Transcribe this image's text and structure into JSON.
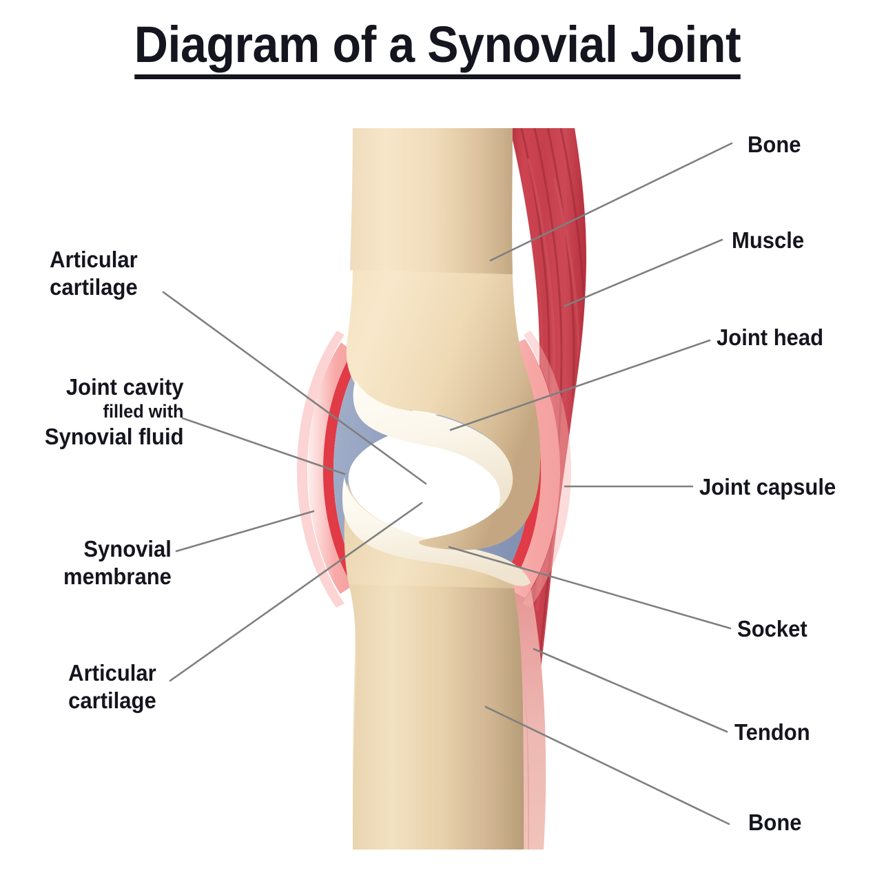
{
  "title": "Diagram of a Synovial Joint",
  "diagram": {
    "type": "anatomical-cross-section",
    "subject": "synovial joint",
    "palette": {
      "bone_light": "#f6e3c2",
      "bone_mid": "#e8cda4",
      "bone_dark": "#c7ab86",
      "cartilage": "#fbf7ef",
      "synovial_fluid": "#93a1bf",
      "synovial_membrane": "#e03b46",
      "joint_capsule": "#f7a9a9",
      "muscle": "#c8404e",
      "muscle_dark": "#a82f3d",
      "tendon": "#eeb4af",
      "leader_line": "#7f7f7f",
      "text": "#15151f",
      "background": "#ffffff"
    },
    "structures": [
      "bone (upper shaft)",
      "joint head",
      "articular cartilage (upper)",
      "joint cavity filled with synovial fluid",
      "articular cartilage (lower)",
      "socket",
      "synovial membrane",
      "joint capsule",
      "muscle",
      "tendon",
      "bone (lower shaft)"
    ]
  },
  "labels_left": [
    {
      "id": "articular-cartilage-upper",
      "lines": [
        "Articular",
        "cartilage"
      ],
      "emphasis": [
        "normal",
        "normal"
      ]
    },
    {
      "id": "joint-cavity",
      "lines": [
        "Joint cavity",
        "filled with",
        "Synovial fluid"
      ],
      "emphasis": [
        "normal",
        "small",
        "normal"
      ]
    },
    {
      "id": "synovial-membrane",
      "lines": [
        "Synovial",
        "membrane"
      ],
      "emphasis": [
        "normal",
        "normal"
      ]
    },
    {
      "id": "articular-cartilage-lower",
      "lines": [
        "Articular",
        "cartilage"
      ],
      "emphasis": [
        "normal",
        "normal"
      ]
    }
  ],
  "labels_right": [
    {
      "id": "bone-upper",
      "lines": [
        "Bone"
      ]
    },
    {
      "id": "muscle",
      "lines": [
        "Muscle"
      ]
    },
    {
      "id": "joint-head",
      "lines": [
        "Joint head"
      ]
    },
    {
      "id": "joint-capsule",
      "lines": [
        "Joint capsule"
      ]
    },
    {
      "id": "socket",
      "lines": [
        "Socket"
      ]
    },
    {
      "id": "tendon",
      "lines": [
        "Tendon"
      ]
    },
    {
      "id": "bone-lower",
      "lines": [
        "Bone"
      ]
    }
  ]
}
